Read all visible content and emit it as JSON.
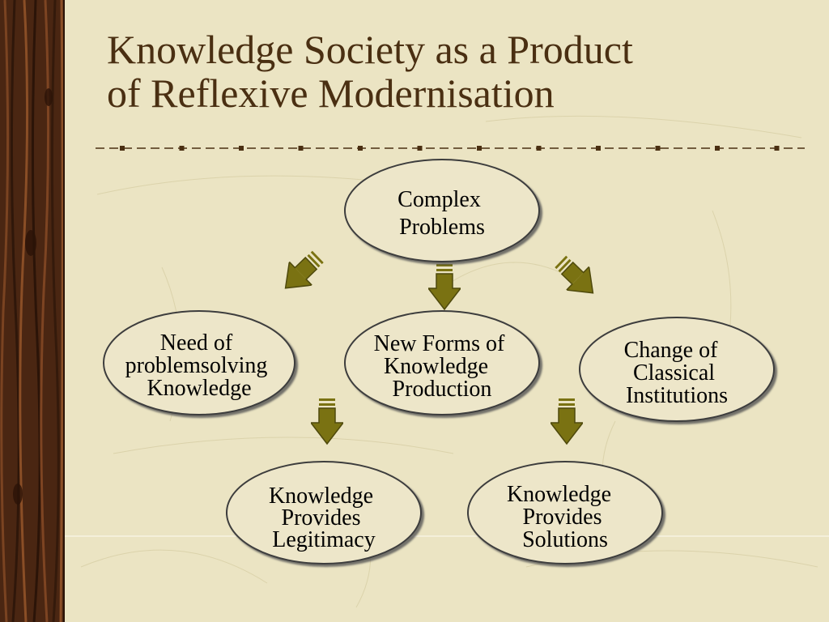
{
  "slide": {
    "title_line1": "Knowledge Society as a Product",
    "title_line2": "of Reflexive Modernisation"
  },
  "colors": {
    "background": "#ebe4c3",
    "title_text": "#4a2f12",
    "ellipse_fill": "#ede6c9",
    "ellipse_stroke": "#3c3c3c",
    "arrow_fill": "#7a7212",
    "wood_dark": "#3b1e0e",
    "wood_light": "#6e3b1d"
  },
  "diagram": {
    "nodes": [
      {
        "id": "complex",
        "lines": [
          "Complex",
          "Problems"
        ]
      },
      {
        "id": "need",
        "lines": [
          "Need of",
          "problemsolving",
          "Knowledge"
        ]
      },
      {
        "id": "new_forms",
        "lines": [
          "New Forms of",
          "Knowledge",
          "Production"
        ]
      },
      {
        "id": "change",
        "lines": [
          "Change of",
          "Classical",
          "Institutions"
        ]
      },
      {
        "id": "legitimacy",
        "lines": [
          "Knowledge",
          "Provides",
          "Legitimacy"
        ]
      },
      {
        "id": "solutions",
        "lines": [
          "Knowledge",
          "Provides",
          "Solutions"
        ]
      }
    ],
    "connections": [
      {
        "from": "complex",
        "to": "need",
        "icon": "arrow-down-left-icon"
      },
      {
        "from": "complex",
        "to": "new_forms",
        "icon": "arrow-down-icon"
      },
      {
        "from": "complex",
        "to": "change",
        "icon": "arrow-down-right-icon"
      },
      {
        "from": "need",
        "to": "legitimacy",
        "icon": "arrow-down-icon"
      },
      {
        "from": "change",
        "to": "solutions",
        "icon": "arrow-down-icon"
      }
    ]
  }
}
